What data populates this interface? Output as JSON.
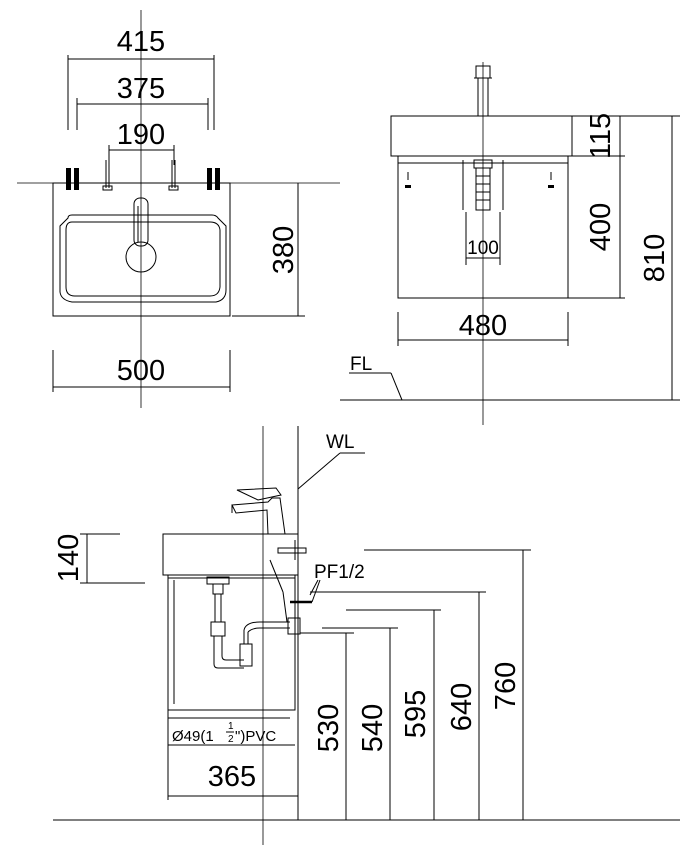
{
  "top_view": {
    "dim_tap_outer": "415",
    "dim_tap_mid": "375",
    "dim_tap_inner": "190",
    "dim_depth": "380",
    "dim_width": "500"
  },
  "front_view": {
    "dim_basin_height": "115",
    "dim_cabinet_height": "400",
    "dim_total_height": "810",
    "dim_pipe_spacing": "100",
    "dim_width": "480",
    "floor_label": "FL"
  },
  "side_view": {
    "wall_label": "WL",
    "dim_basin_thickness": "140",
    "drain_label": "PF1/2",
    "pipe_label_prefix": "Ø49(1",
    "pipe_frac_num": "1",
    "pipe_frac_den": "2",
    "pipe_label_suffix": "\")PVC",
    "dim_depth": "365",
    "heights": [
      "530",
      "540",
      "595",
      "640",
      "760"
    ]
  }
}
